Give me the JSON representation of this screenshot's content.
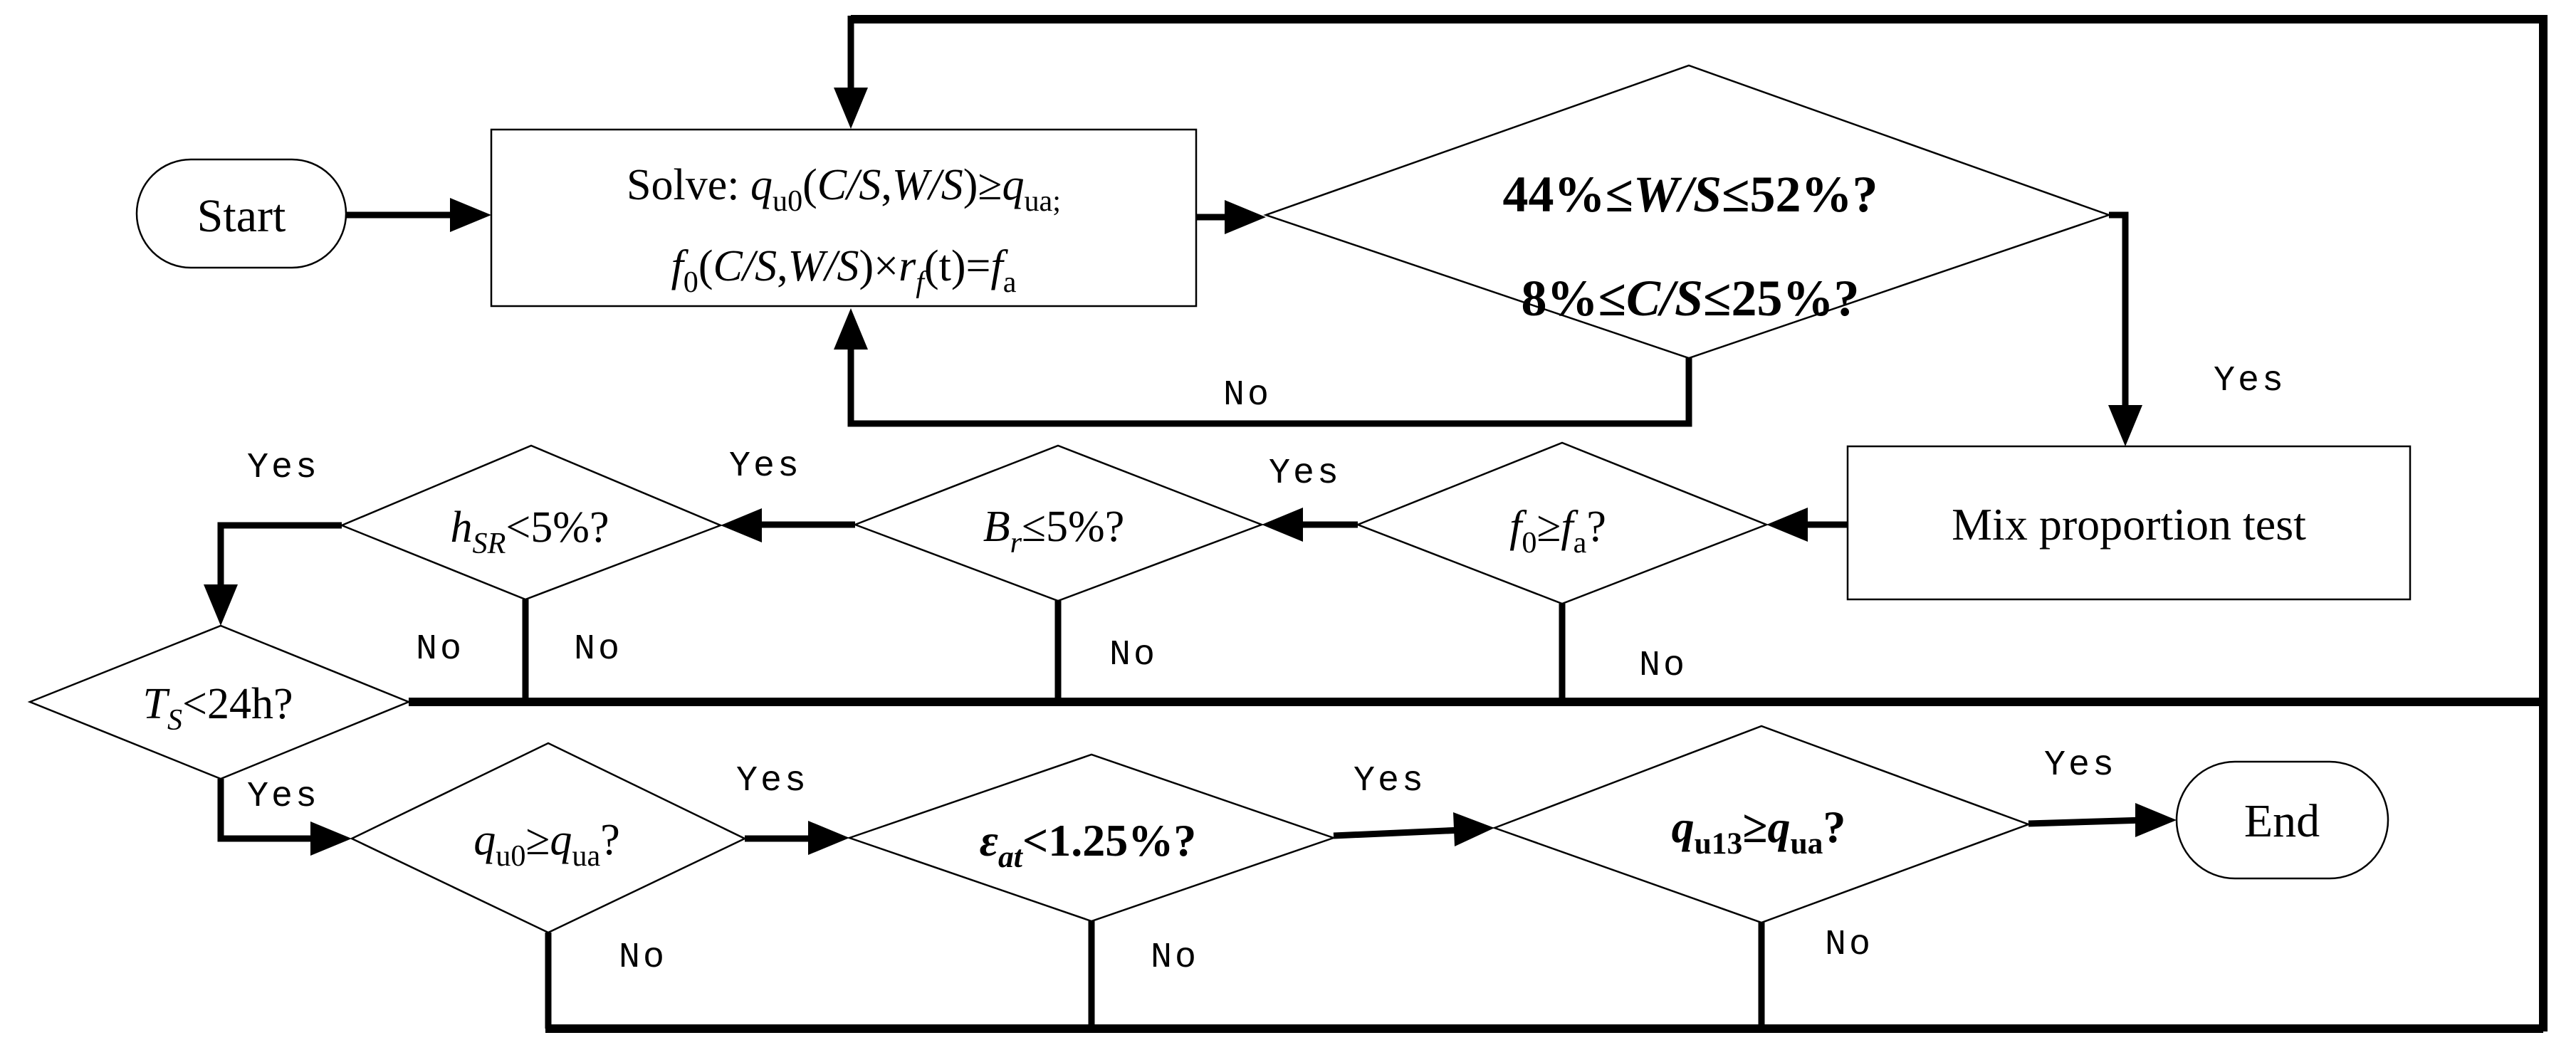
{
  "title": "Soil-cement mix design flowchart",
  "colors": {
    "line": "#000000",
    "background": "#ffffff"
  },
  "nodes": {
    "start": {
      "label": "Start"
    },
    "solve": {
      "line1": [
        {
          "t": "Solve: "
        },
        {
          "t": "q",
          "i": 1
        },
        {
          "t": "u0",
          "s": 1
        },
        {
          "t": "("
        },
        {
          "t": "C/S",
          "i": 1
        },
        {
          "t": ","
        },
        {
          "t": "W/S",
          "i": 1
        },
        {
          "t": ")≥"
        },
        {
          "t": "q",
          "i": 1
        },
        {
          "t": "ua;",
          "s": 1
        }
      ],
      "line2": [
        {
          "t": "f",
          "i": 1
        },
        {
          "t": "0",
          "s": 1
        },
        {
          "t": "("
        },
        {
          "t": "C/S",
          "i": 1
        },
        {
          "t": ","
        },
        {
          "t": "W/S",
          "i": 1
        },
        {
          "t": ")×"
        },
        {
          "t": "r",
          "i": 1
        },
        {
          "t": "f",
          "s": 1,
          "i": 1
        },
        {
          "t": "(t)="
        },
        {
          "t": "f",
          "i": 1
        },
        {
          "t": "a",
          "s": 1
        }
      ]
    },
    "range_check": {
      "line1": [
        {
          "t": "44%≤"
        },
        {
          "t": "W/S",
          "i": 1
        },
        {
          "t": "≤52%?"
        }
      ],
      "line2": [
        {
          "t": "8%≤"
        },
        {
          "t": "C/S",
          "i": 1
        },
        {
          "t": "≤25%?"
        }
      ]
    },
    "mix_test": {
      "label": "Mix proportion test"
    },
    "f0_check": [
      {
        "t": "f",
        "i": 1
      },
      {
        "t": "0",
        "s": 1
      },
      {
        "t": "≥"
      },
      {
        "t": "f",
        "i": 1
      },
      {
        "t": "a",
        "s": 1
      },
      {
        "t": "?"
      }
    ],
    "br_check": [
      {
        "t": "B",
        "i": 1
      },
      {
        "t": "r",
        "s": 1,
        "i": 1
      },
      {
        "t": "≤5%?"
      }
    ],
    "hsr_check": [
      {
        "t": "h",
        "i": 1
      },
      {
        "t": "SR",
        "s": 1,
        "i": 1
      },
      {
        "t": "<5%?"
      }
    ],
    "ts_check": [
      {
        "t": "T",
        "i": 1
      },
      {
        "t": "S",
        "s": 1,
        "i": 1
      },
      {
        "t": "<24h?"
      }
    ],
    "qu0_check": [
      {
        "t": "q",
        "i": 1
      },
      {
        "t": "u0",
        "s": 1
      },
      {
        "t": "≥"
      },
      {
        "t": "q",
        "i": 1
      },
      {
        "t": "ua",
        "s": 1
      },
      {
        "t": "?"
      }
    ],
    "eat_check": [
      {
        "t": "ε",
        "i": 1
      },
      {
        "t": "at",
        "s": 1,
        "i": 1
      },
      {
        "t": "<1.25%?"
      }
    ],
    "qu13_check": [
      {
        "t": "q",
        "i": 1
      },
      {
        "t": "u13",
        "s": 1
      },
      {
        "t": "≥"
      },
      {
        "t": "q",
        "i": 1
      },
      {
        "t": "ua",
        "s": 1
      },
      {
        "t": "?"
      }
    ],
    "end": {
      "label": "End"
    }
  },
  "edge_labels": {
    "range_yes": "Yes",
    "range_no": "No",
    "f0_yes": "Yes",
    "f0_no": "No",
    "br_yes": "Yes",
    "br_no": "No",
    "hsr_yes": "Yes",
    "hsr_no": "No",
    "ts_yes": "Yes",
    "ts_no": "No",
    "qu0_yes": "Yes",
    "qu0_no": "No",
    "eat_yes": "Yes",
    "eat_no": "No",
    "qu13_yes": "Yes",
    "qu13_no": "No"
  }
}
